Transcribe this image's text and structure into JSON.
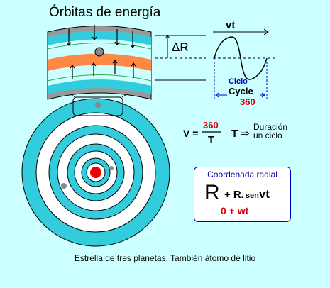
{
  "title": "Órbitas de energía",
  "caption": "Estrella de tres planetas. También átomo de litio",
  "band": {
    "delta_label": "ΔR"
  },
  "wave": {
    "vt_label": "vt",
    "ciclo_label": "Ciclo",
    "cycle_label": "Cycle",
    "deg_label": "360"
  },
  "period_formula": {
    "v_label": "V =",
    "numerator": "360",
    "denominator": "T",
    "t_label": "T",
    "arrow": "⇒",
    "desc_line1": "Duración",
    "desc_line2": "un ciclo"
  },
  "formula_box": {
    "title": "Coordenada radial",
    "big_r": "R",
    "plus_r": "+ R",
    "sen": ". sen",
    "vt": "vt",
    "phase": "0 + wt"
  },
  "colors": {
    "background": "#ccffff",
    "ring_cyan": "#33ccdd",
    "band_gray": "#999999",
    "band_orange": "#ff8844",
    "nucleus_red": "#ee0000",
    "planet_gray": "#888888",
    "wave_blue": "#0000cc",
    "accent_red": "#dd0000"
  }
}
